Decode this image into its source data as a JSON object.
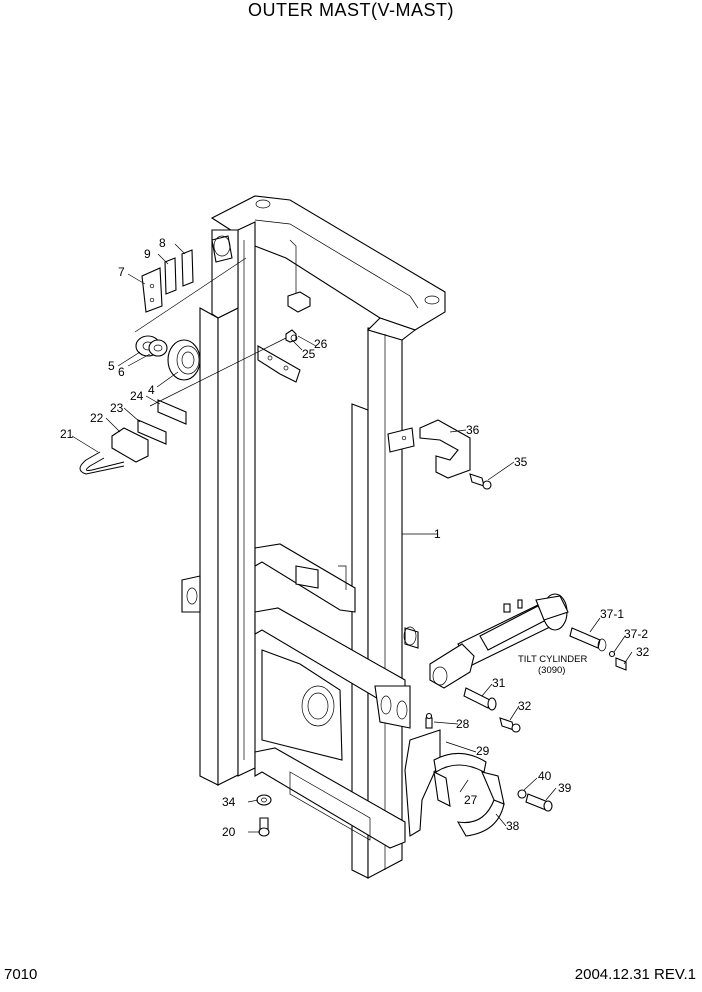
{
  "title": "OUTER MAST(V-MAST)",
  "page_code": "7010",
  "footer": "2004.12.31  REV.1",
  "assembly_label": {
    "line1": "TILT CYLINDER",
    "line2": "(3090)"
  },
  "parts": {
    "p1": "1",
    "p4": "4",
    "p5": "5",
    "p6": "6",
    "p7": "7",
    "p8": "8",
    "p9": "9",
    "p20": "20",
    "p21": "21",
    "p22": "22",
    "p23": "23",
    "p24": "24",
    "p25": "25",
    "p26": "26",
    "p27": "27",
    "p28": "28",
    "p29": "29",
    "p31": "31",
    "p32a": "32",
    "p32b": "32",
    "p34": "34",
    "p35": "35",
    "p36": "36",
    "p37_1": "37-1",
    "p37_2": "37-2",
    "p38": "38",
    "p39": "39",
    "p40": "40"
  }
}
